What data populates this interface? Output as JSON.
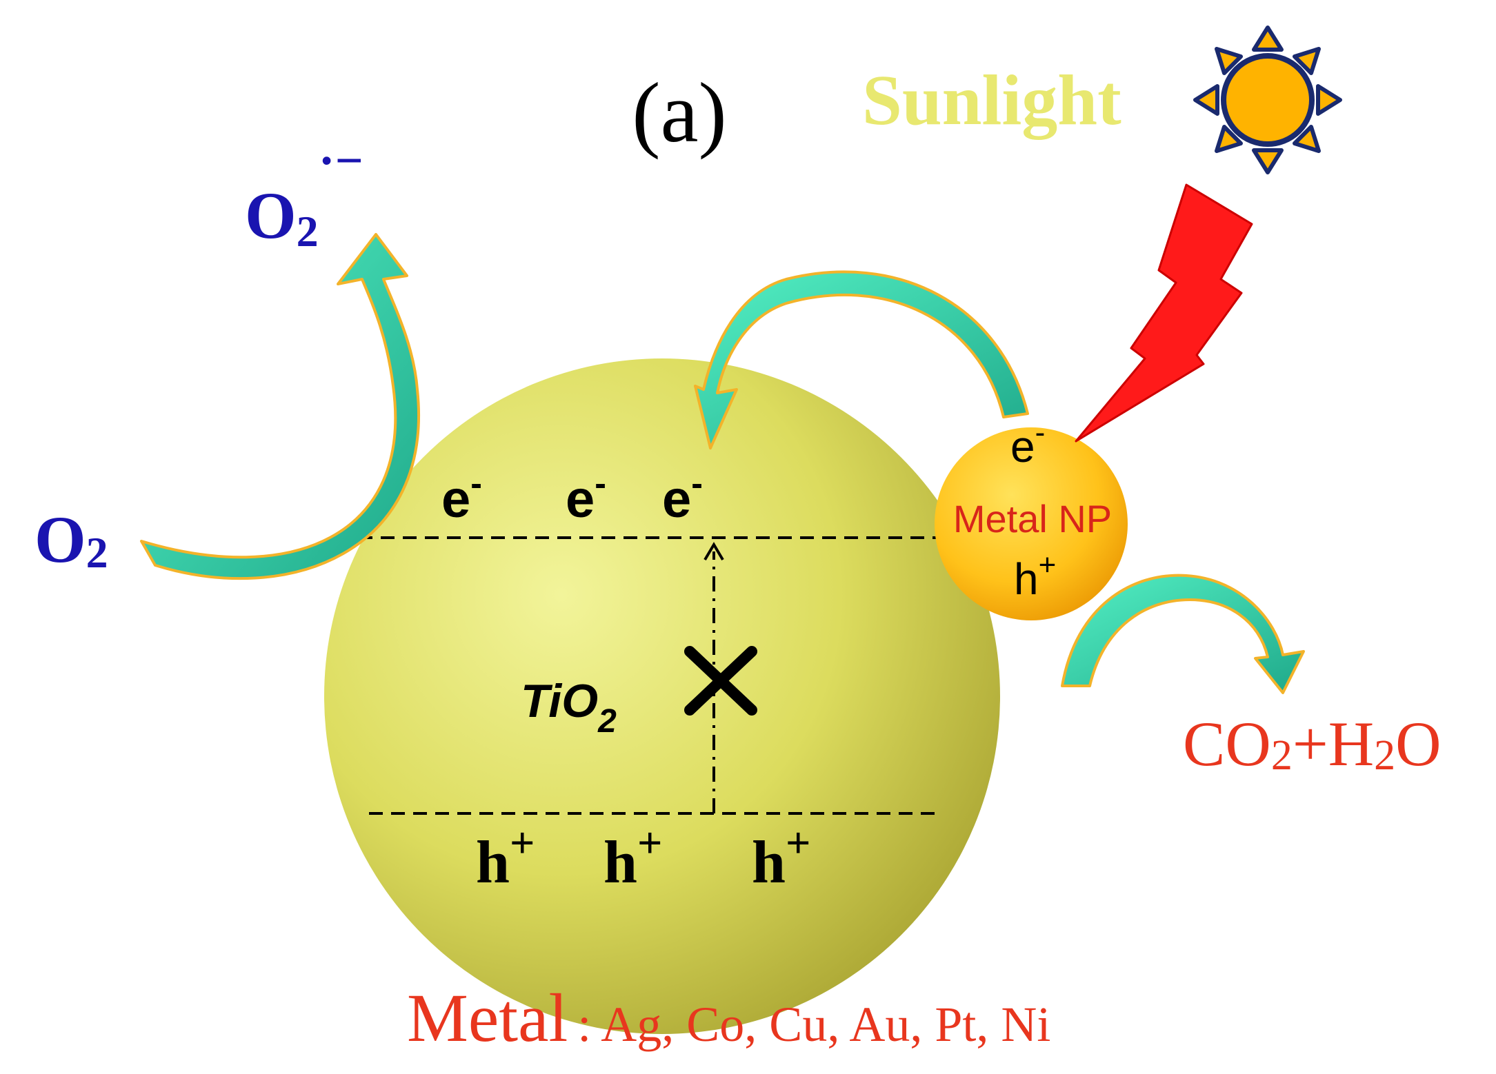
{
  "panel_label": "(a)",
  "sunlight": {
    "label": "Sunlight"
  },
  "species": {
    "o2": {
      "base": "O",
      "sub": "2"
    },
    "superoxide": {
      "base": "O",
      "sub": "2",
      "sup": "·−"
    },
    "products": {
      "c": "CO",
      "sub1": "2",
      "mid": "+H",
      "sub2": "2",
      "end": "O"
    }
  },
  "tio2": {
    "label": "TiO",
    "sub": "2",
    "electrons": [
      "e",
      "e",
      "e"
    ],
    "electron_sup": "-",
    "holes": [
      "h",
      "h",
      "h"
    ],
    "hole_sup": "+",
    "blocked_mark": "✕"
  },
  "metal_np": {
    "electron": "e",
    "electron_sup": "-",
    "label": "Metal NP",
    "hole": "h",
    "hole_sup": "+"
  },
  "metal_list": {
    "prefix": "Metal",
    "separator": ":",
    "items": "Ag, Co, Cu, Au, Pt, Ni"
  },
  "colors": {
    "background": "#ffffff",
    "sphere_light": "#eef08a",
    "sphere_mid": "#d8d85a",
    "sphere_dark": "#b8b43a",
    "np_light": "#ffd84a",
    "np_dark": "#f0a000",
    "arrow_fill": "#2fd6a8",
    "arrow_edge": "#f3b32a",
    "bolt": "#ff1a1a",
    "sun_fill": "#ffb300",
    "sun_edge": "#1a2a6e",
    "sunlight_text": "#e8e870",
    "o2_text": "#1a14b0",
    "red_text": "#e8361e",
    "np_text": "#d8251a",
    "black": "#000000"
  },
  "icons": [
    "sun-icon",
    "lightning-bolt-icon",
    "cross-icon"
  ]
}
